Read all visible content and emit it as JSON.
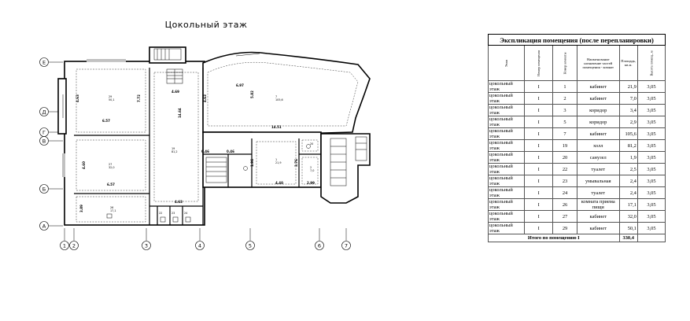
{
  "plan": {
    "title": "Цокольный этаж",
    "row_axes": [
      "Е",
      "Д",
      "Г",
      "В",
      "Б",
      "А"
    ],
    "col_axes": [
      "1",
      "2",
      "3",
      "4",
      "5",
      "6",
      "7"
    ],
    "dimensions": {
      "d1": "6.57",
      "d2": "4.63",
      "d3": "4.69",
      "d4": "7.72",
      "d5": "4.60",
      "d6": "6.57",
      "d7": "3.89",
      "d8": "14.64",
      "d9": "4.63",
      "d10": "4.63",
      "d11": "5.82",
      "d12": "14.51",
      "d13": "6.97",
      "d14": "0.46",
      "d15": "0.46",
      "d16": "4.40",
      "d17": "2.99",
      "d18": "1.96",
      "d19": "3.76"
    },
    "room_labels": {
      "r1": "1\n21,9",
      "r2": "2\n7,0",
      "r7": "7\n105,6",
      "r19": "19\n81,2",
      "r26": "26\n17,1",
      "r27": "27\n32,0",
      "r29": "29\n50,1",
      "r20": "20",
      "r22": "22",
      "r23": "23",
      "r24": "24"
    }
  },
  "table": {
    "caption": "Экспликация помещения (после перепланировки)",
    "headers": [
      "Этаж",
      "Номер помещения",
      "Номер комнаты",
      "Наименование назначение частей помещения - комнат",
      "Площадь, кв.м.",
      "Высота помещ., м"
    ],
    "rows": [
      [
        "цокольный этаж",
        "I",
        "1",
        "кабинет",
        "21,9",
        "3,05"
      ],
      [
        "цокольный этаж",
        "I",
        "2",
        "кабинет",
        "7,0",
        "3,05"
      ],
      [
        "цокольный этаж",
        "I",
        "3",
        "коридор",
        "3,4",
        "3,05"
      ],
      [
        "цокольный этаж",
        "I",
        "5",
        "коридор",
        "2,9",
        "3,05"
      ],
      [
        "цокольный этаж",
        "I",
        "7",
        "кабинет",
        "105,6",
        "3,05"
      ],
      [
        "цокольный этаж",
        "I",
        "19",
        "холл",
        "81,2",
        "3,05"
      ],
      [
        "цокольный этаж",
        "I",
        "20",
        "санузел",
        "1,9",
        "3,05"
      ],
      [
        "цокольный этаж",
        "I",
        "22",
        "туалет",
        "2,5",
        "3,05"
      ],
      [
        "цокольный этаж",
        "I",
        "23",
        "умывальная",
        "2,4",
        "3,05"
      ],
      [
        "цокольный этаж",
        "I",
        "24",
        "туалет",
        "2,4",
        "3,05"
      ],
      [
        "цокольный этаж",
        "I",
        "26",
        "комната приема пищи",
        "17,1",
        "3,05"
      ],
      [
        "цокольный этаж",
        "I",
        "27",
        "кабинет",
        "32,0",
        "3,05"
      ],
      [
        "цокольный этаж",
        "I",
        "29",
        "кабинет",
        "50,1",
        "3,05"
      ]
    ],
    "total_label": "Итого по помещению I",
    "total_value": "330,4"
  }
}
